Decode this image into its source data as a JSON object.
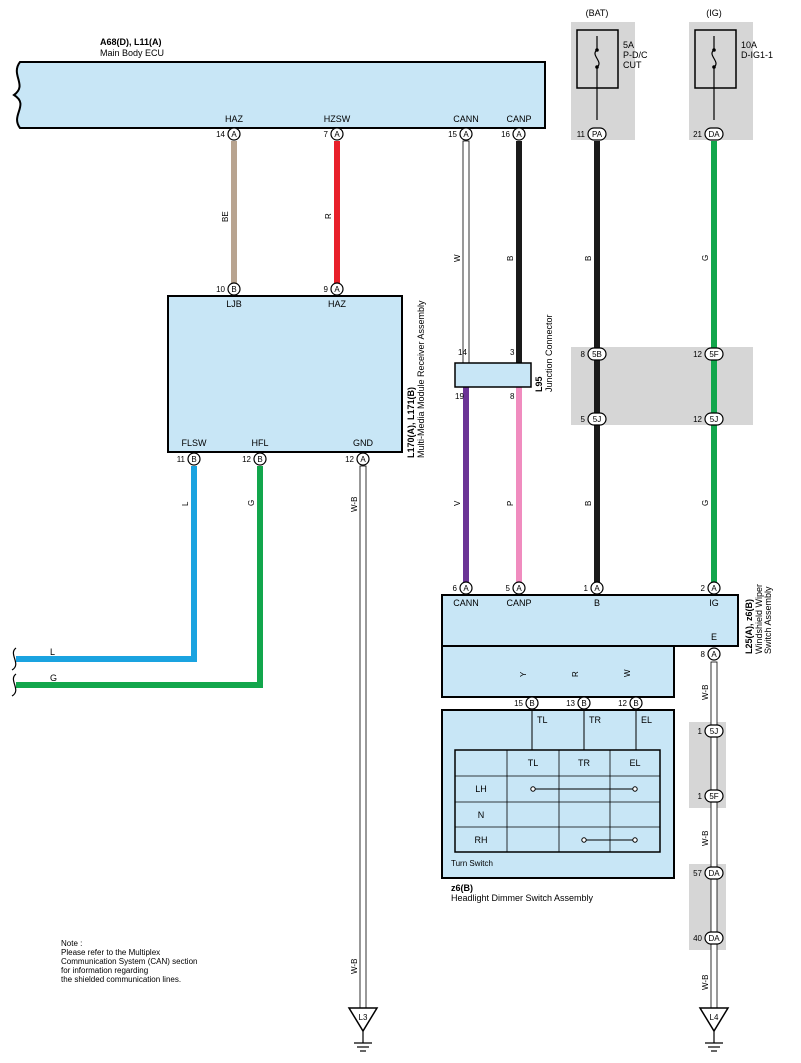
{
  "colors": {
    "box_fill": "#c8e6f6",
    "gray_shade": "#d6d6d6",
    "wire_BE": "#b8a490",
    "wire_R": "#e8202a",
    "wire_W": "#ffffff",
    "wire_B": "#1a1a1a",
    "wire_G": "#12a64c",
    "wire_L": "#1aa3e0",
    "wire_V": "#6b3496",
    "wire_P": "#f08cbf",
    "wire_Y": "#f5d000"
  },
  "ecu": {
    "code": "A68(D), L11(A)",
    "name": "Main Body ECU",
    "terms": [
      {
        "label": "HAZ",
        "pin": "14",
        "conn": "A"
      },
      {
        "label": "HZSW",
        "pin": "7",
        "conn": "A"
      },
      {
        "label": "CANN",
        "pin": "15",
        "conn": "A"
      },
      {
        "label": "CANP",
        "pin": "16",
        "conn": "A"
      }
    ]
  },
  "power": [
    {
      "source": "(BAT)",
      "fuse_amp": "5A",
      "fuse_name_1": "P-D/C",
      "fuse_name_2": "CUT",
      "pin": "11",
      "conn": "PA"
    },
    {
      "source": "(IG)",
      "fuse_amp": "10A",
      "fuse_name_1": "D-IG1-1",
      "fuse_name_2": "",
      "pin": "21",
      "conn": "DA"
    }
  ],
  "mmm": {
    "code": "L170(A), L171(B)",
    "name": "Multi-Media Module Receiver Assembly",
    "top_terms": [
      {
        "label": "LJB",
        "pin": "10",
        "conn": "B"
      },
      {
        "label": "HAZ",
        "pin": "9",
        "conn": "A"
      }
    ],
    "bottom_terms": [
      {
        "label": "FLSW",
        "pin": "11",
        "conn": "B"
      },
      {
        "label": "HFL",
        "pin": "12",
        "conn": "B"
      },
      {
        "label": "GND",
        "pin": "12",
        "conn": "A"
      }
    ]
  },
  "junction": {
    "code": "L95",
    "name": "Junction Connector",
    "top_pins": [
      "14",
      "3"
    ],
    "bottom_pins": [
      "19",
      "8"
    ]
  },
  "inline_conns": [
    {
      "pin": "8",
      "conn": "5B"
    },
    {
      "pin": "5",
      "conn": "5J"
    },
    {
      "pin": "12",
      "conn": "5F"
    },
    {
      "pin": "12",
      "conn": "5J"
    },
    {
      "pin": "1",
      "conn": "5J"
    },
    {
      "pin": "1",
      "conn": "5F"
    },
    {
      "pin": "57",
      "conn": "DA"
    },
    {
      "pin": "40",
      "conn": "DA"
    }
  ],
  "wiper": {
    "code": "L25(A), z6(B)",
    "name_1": "Windshield Wiper",
    "name_2": "Switch Assembly",
    "top_terms": [
      {
        "label": "CANN",
        "pin": "6",
        "conn": "A"
      },
      {
        "label": "CANP",
        "pin": "5",
        "conn": "A"
      },
      {
        "label": "B",
        "pin": "1",
        "conn": "A"
      },
      {
        "label": "IG",
        "pin": "2",
        "conn": "A"
      }
    ],
    "e_term": {
      "label": "E",
      "pin": "8",
      "conn": "A"
    }
  },
  "dimmer": {
    "code": "z6(B)",
    "name": "Headlight Dimmer Switch Assembly",
    "terms": [
      {
        "label": "TL",
        "pin": "15",
        "conn": "B"
      },
      {
        "label": "TR",
        "pin": "13",
        "conn": "B"
      },
      {
        "label": "EL",
        "pin": "12",
        "conn": "B"
      }
    ],
    "turn_switch_label": "Turn Switch",
    "table": {
      "headers": [
        "TL",
        "TR",
        "EL"
      ],
      "rows": [
        "LH",
        "N",
        "RH"
      ]
    }
  },
  "wire_codes": {
    "BE": "BE",
    "R": "R",
    "W": "W",
    "B": "B",
    "G": "G",
    "L": "L",
    "V": "V",
    "P": "P",
    "Y": "Y",
    "WB": "W-B"
  },
  "grounds": [
    "L3",
    "L4"
  ],
  "offpage": [
    "L",
    "G"
  ],
  "note": [
    "Note :",
    "Please refer to the Multiplex",
    "Communication System (CAN) section",
    "for information regarding",
    "the shielded communication lines."
  ]
}
